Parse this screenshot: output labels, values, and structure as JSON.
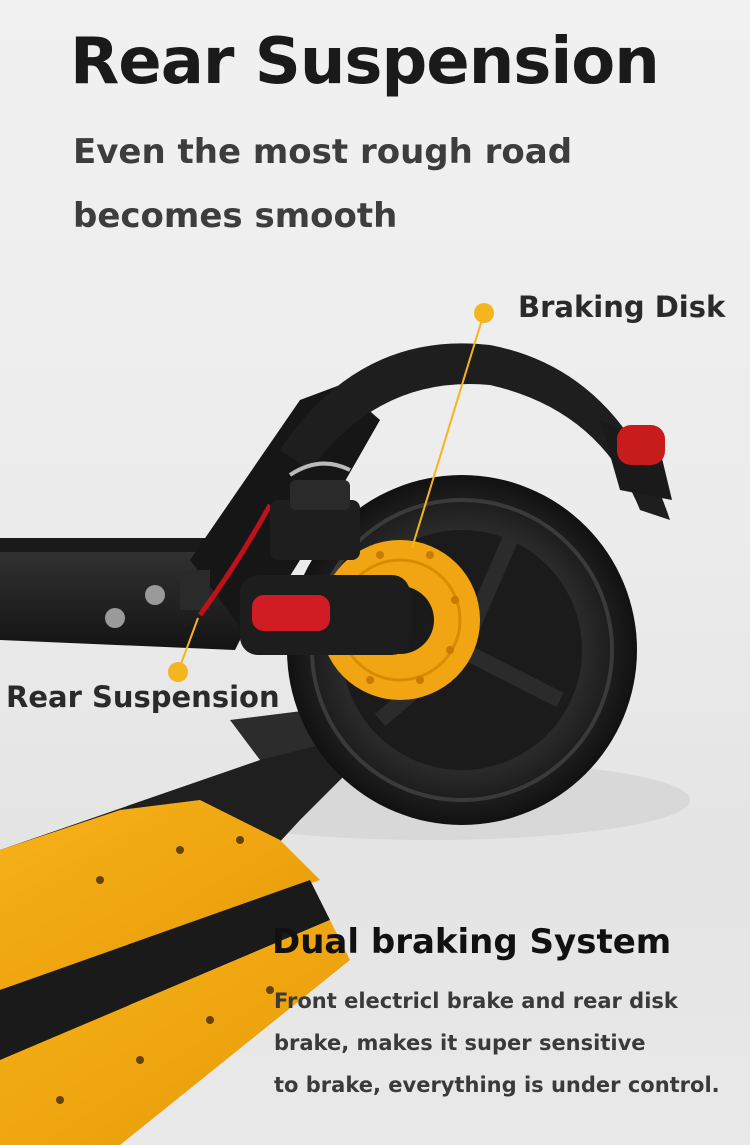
{
  "header": {
    "title": "Rear Suspension",
    "subtitle": "Even the most rough road becomes smooth"
  },
  "callouts": {
    "braking_disk": "Braking Disk",
    "rear_suspension": "Rear Suspension",
    "marker_color": "#f5b51e"
  },
  "feature": {
    "title": "Dual braking System",
    "lines": [
      "Front electricl brake and rear disk",
      "brake, makes it super sensitive",
      "to brake, everything is under control."
    ]
  }
}
